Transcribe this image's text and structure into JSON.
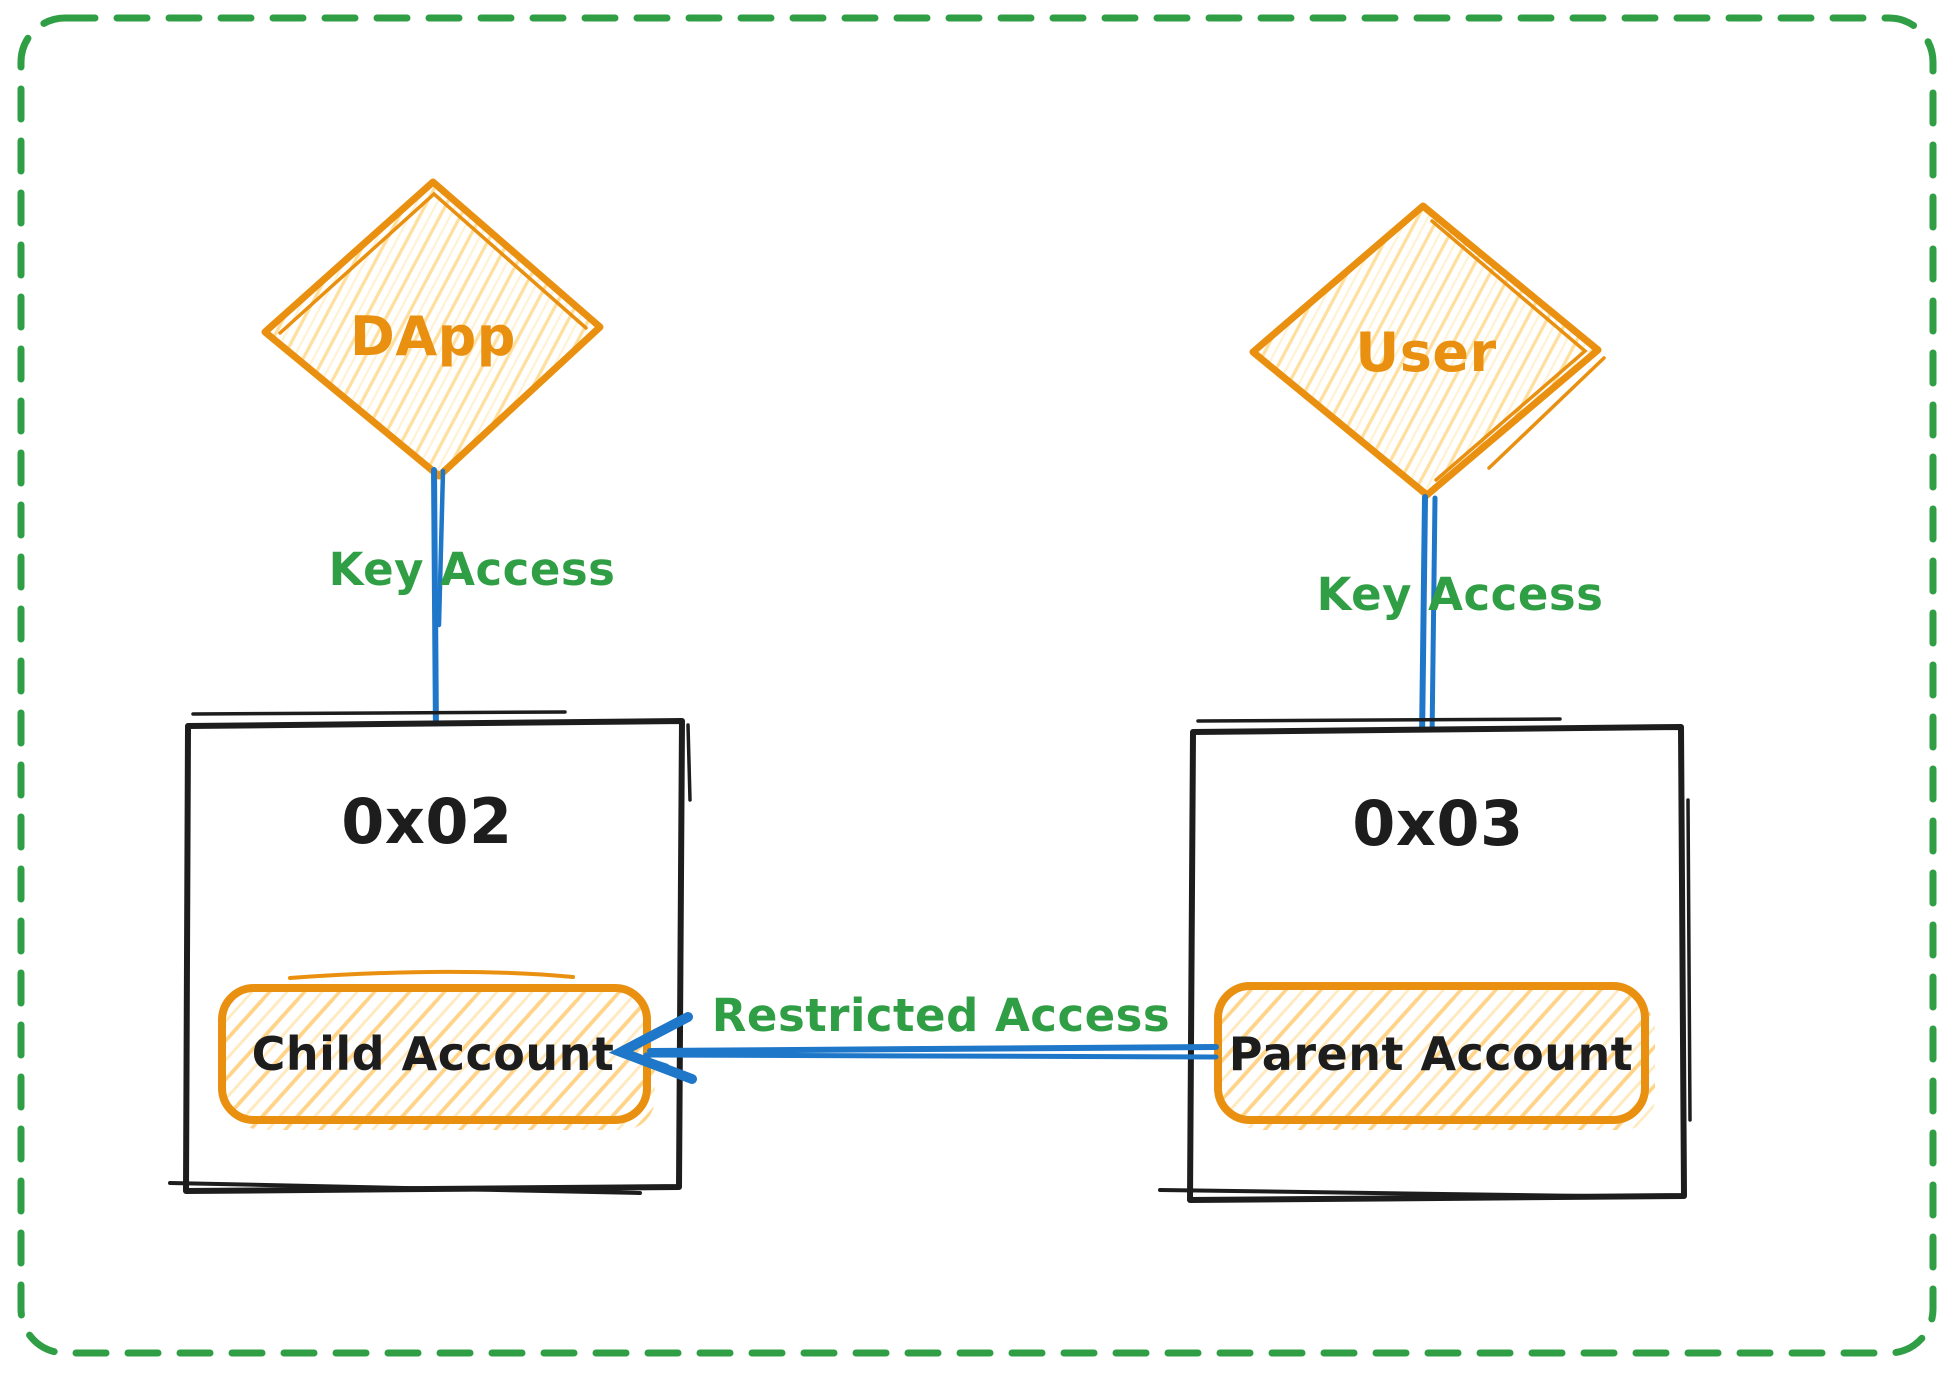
{
  "frame": {
    "style": "dashed-rounded-border",
    "color": "#2f9e44"
  },
  "colors": {
    "green": "#2f9e44",
    "orange": "#ea9010",
    "orange_hatch_light": "#ffdf9d",
    "orange_hatch_pill": "#ffd488",
    "blue": "#1e77c8",
    "black": "#1d1d1d",
    "background": "#ffffff"
  },
  "nodes": {
    "dapp": {
      "label": "DApp",
      "shape": "diamond",
      "stroke": "#ea9010"
    },
    "user": {
      "label": "User",
      "shape": "diamond",
      "stroke": "#ea9010"
    },
    "account_0x02": {
      "label": "0x02",
      "shape": "rectangle",
      "stroke": "#1d1d1d"
    },
    "account_0x03": {
      "label": "0x03",
      "shape": "rectangle",
      "stroke": "#1d1d1d"
    },
    "child_account": {
      "label": "Child Account",
      "shape": "rounded-pill",
      "stroke": "#ea9010"
    },
    "parent_account": {
      "label": "Parent Account",
      "shape": "rounded-pill",
      "stroke": "#ea9010"
    }
  },
  "edges": {
    "dapp_to_0x02": {
      "label": "Key Access",
      "from": "dapp",
      "to": "account_0x02",
      "line_color": "#1e77c8",
      "label_color": "#2f9e44"
    },
    "user_to_0x03": {
      "label": "Key Access",
      "from": "user",
      "to": "account_0x03",
      "line_color": "#1e77c8",
      "label_color": "#2f9e44"
    },
    "parent_to_child": {
      "label": "Restricted Access",
      "from": "parent_account",
      "to": "child_account",
      "line_color": "#1e77c8",
      "label_color": "#2f9e44",
      "arrowhead": "left"
    }
  }
}
